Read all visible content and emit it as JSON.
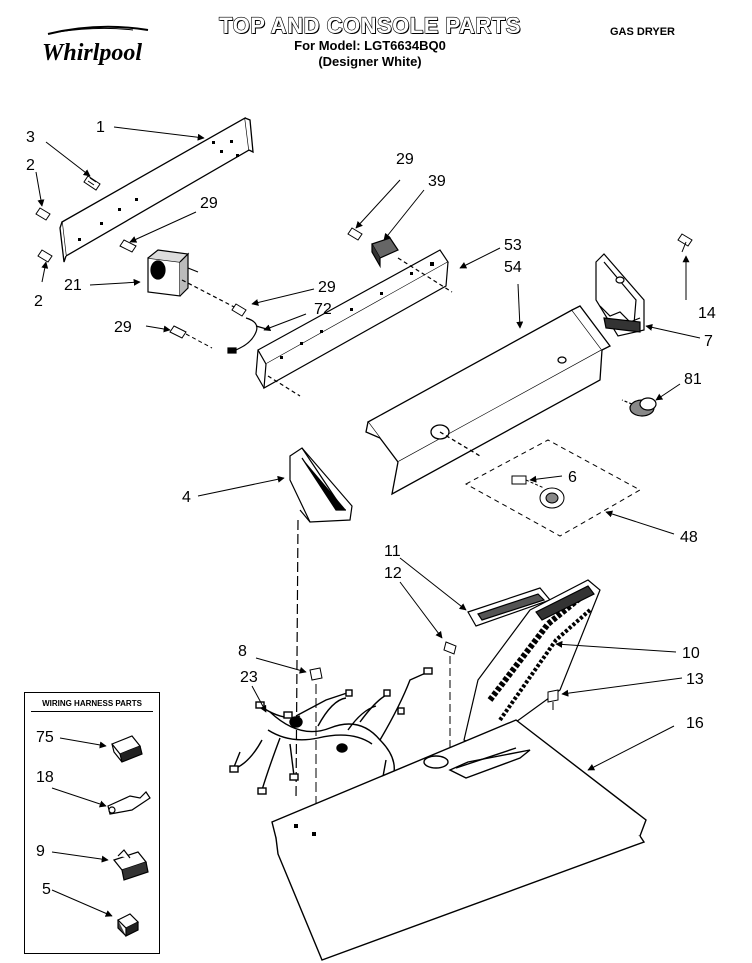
{
  "header": {
    "brand": "Whirlpool",
    "title": "TOP AND CONSOLE PARTS",
    "model_line": "For Model: LGT6634BQ0",
    "color_line": "(Designer White)",
    "product_type": "GAS DRYER"
  },
  "wiring_box": {
    "title": "WIRING HARNESS PARTS"
  },
  "callouts": {
    "c1": "1",
    "c2a": "2",
    "c2b": "2",
    "c3": "3",
    "c4": "4",
    "c5": "5",
    "c6": "6",
    "c7": "7",
    "c8": "8",
    "c9": "9",
    "c10": "10",
    "c11": "11",
    "c12": "12",
    "c13": "13",
    "c14": "14",
    "c16": "16",
    "c18": "18",
    "c21": "21",
    "c23": "23",
    "c29a": "29",
    "c29b": "29",
    "c29c": "29",
    "c29d": "29",
    "c39": "39",
    "c48": "48",
    "c53": "53",
    "c54": "54",
    "c72": "72",
    "c75": "75",
    "c81": "81"
  }
}
